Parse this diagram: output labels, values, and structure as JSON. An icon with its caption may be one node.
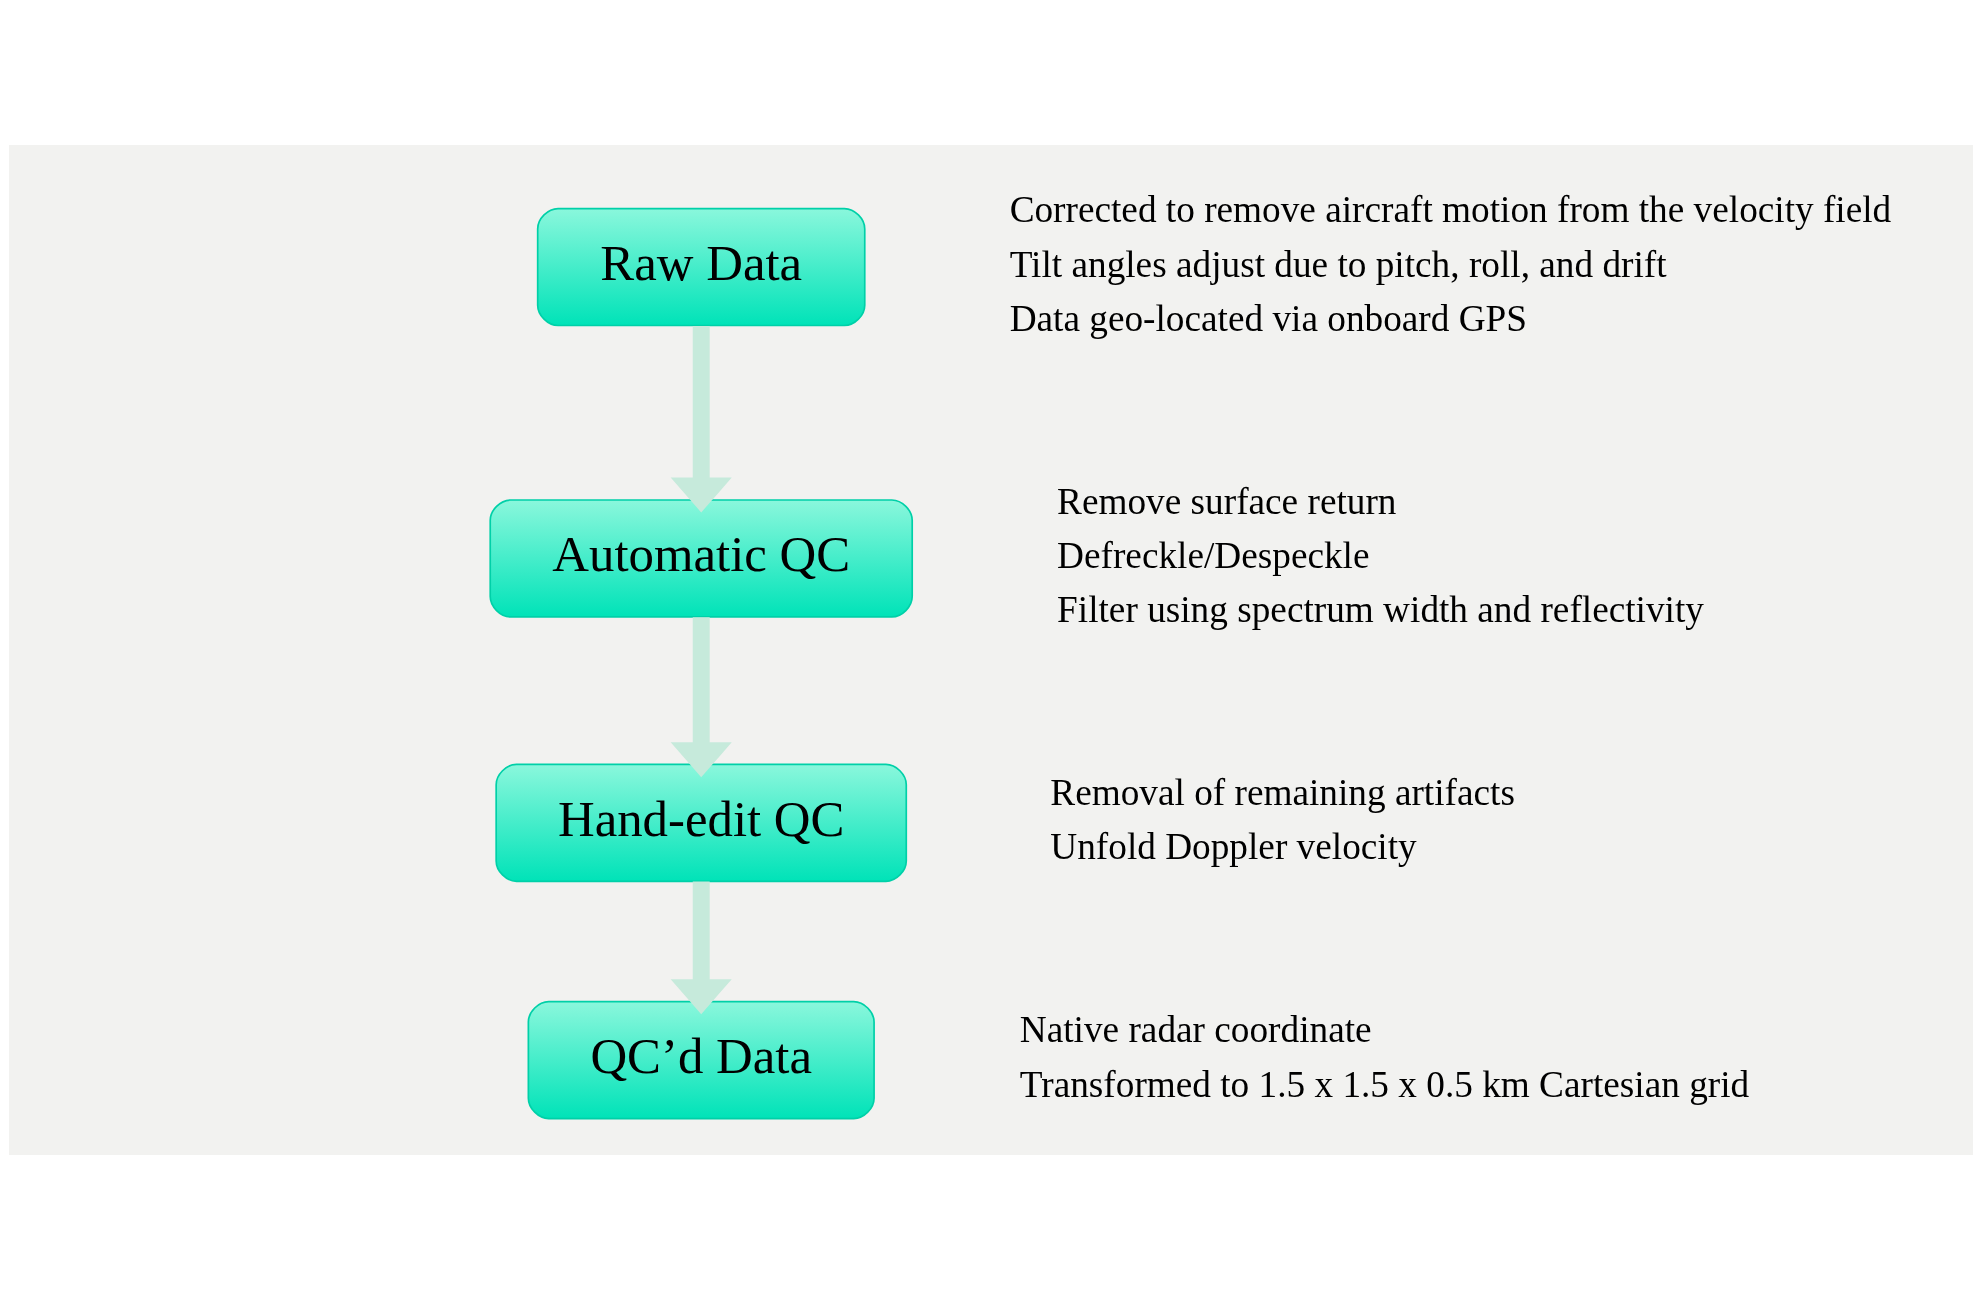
{
  "diagram": {
    "nodes": [
      {
        "text": [
          "Raw Data"
        ],
        "beside": [
          "Corrected to remove aircraft motion from the velocity field",
          "Tilt angles adjust due to pitch, roll, and drift",
          "Data geo-located via onboard GPS"
        ]
      },
      {
        "text": [
          "Automatic QC"
        ],
        "beside": [
          "Remove surface return",
          "Defreckle/Despeckle",
          "Filter using spectrum width and reflectivity"
        ]
      },
      {
        "text": [
          "Hand-edit QC"
        ],
        "beside": [
          "Removal of remaining artifacts",
          "Unfold Doppler velocity"
        ]
      },
      {
        "text": [
          "QC’d Data"
        ],
        "beside": [
          "Native radar coordinate",
          "Transformed to 1.5 x 1.5 x 0.5 km Cartesian grid"
        ]
      }
    ],
    "edges": [
      {
        "from": 0,
        "to": 1,
        "arrow": "to"
      },
      {
        "from": 1,
        "to": 2,
        "arrow": "to"
      },
      {
        "from": 2,
        "to": 3,
        "arrow": "to"
      }
    ]
  }
}
